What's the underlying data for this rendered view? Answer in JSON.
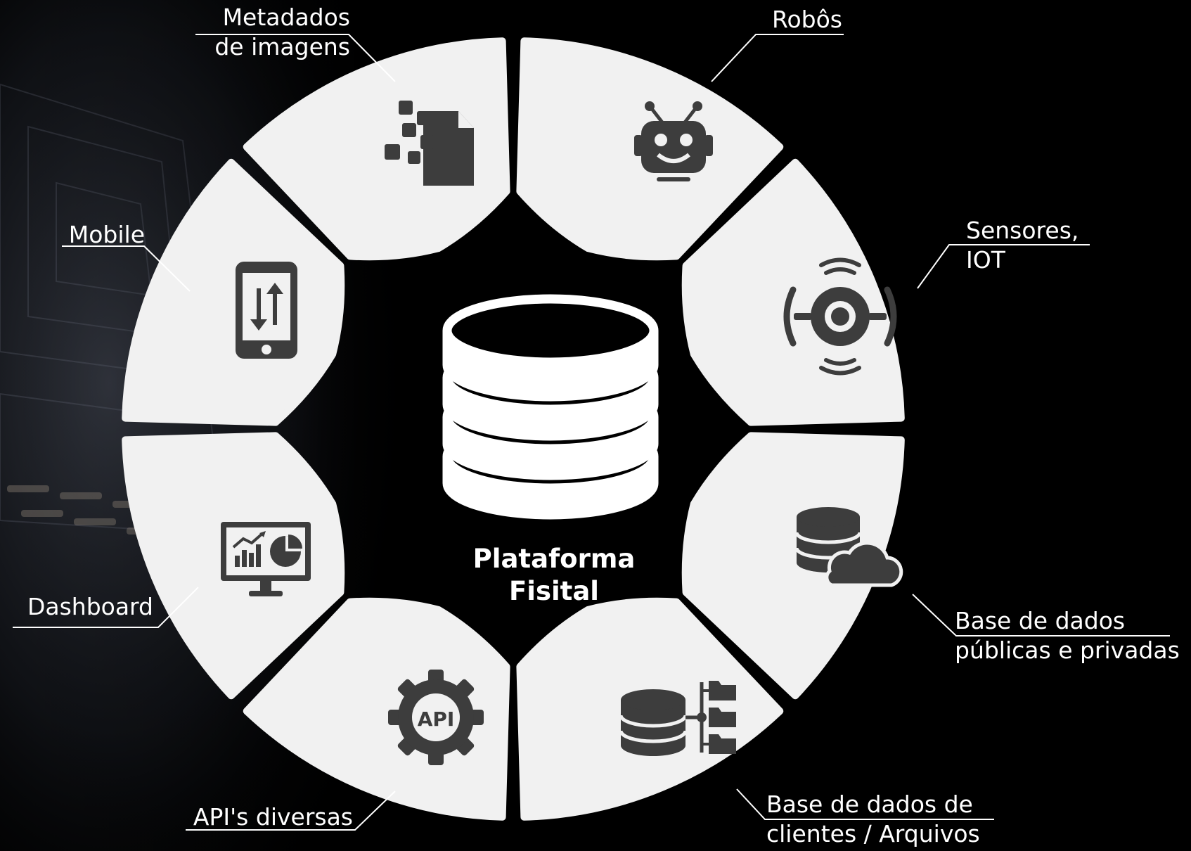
{
  "center": {
    "title_line1": "Plataforma",
    "title_line2": "Fisital"
  },
  "segments": [
    {
      "id": "metadados",
      "label_line1": "Metadados",
      "label_line2": "de imagens",
      "icon": "file-pixels-icon"
    },
    {
      "id": "robos",
      "label_line1": "Robôs",
      "label_line2": "",
      "icon": "robot-icon"
    },
    {
      "id": "sensores",
      "label_line1": "Sensores,",
      "label_line2": "IOT",
      "icon": "iot-sensor-icon"
    },
    {
      "id": "base-publicas",
      "label_line1": "Base de dados",
      "label_line2": "públicas e privadas",
      "icon": "database-cloud-icon"
    },
    {
      "id": "base-clientes",
      "label_line1": "Base de dados de",
      "label_line2": "clientes / Arquivos",
      "icon": "database-folders-icon"
    },
    {
      "id": "apis",
      "label_line1": "API's diversas",
      "label_line2": "",
      "icon": "api-gear-icon",
      "icon_text": "API"
    },
    {
      "id": "dashboard",
      "label_line1": "Dashboard",
      "label_line2": "",
      "icon": "dashboard-monitor-icon"
    },
    {
      "id": "mobile",
      "label_line1": "Mobile",
      "label_line2": "",
      "icon": "mobile-transfer-icon"
    }
  ],
  "colors": {
    "background": "#000000",
    "segment_fill": "#f1f1f1",
    "icon_fill": "#3d3d3d",
    "text": "#ffffff"
  }
}
